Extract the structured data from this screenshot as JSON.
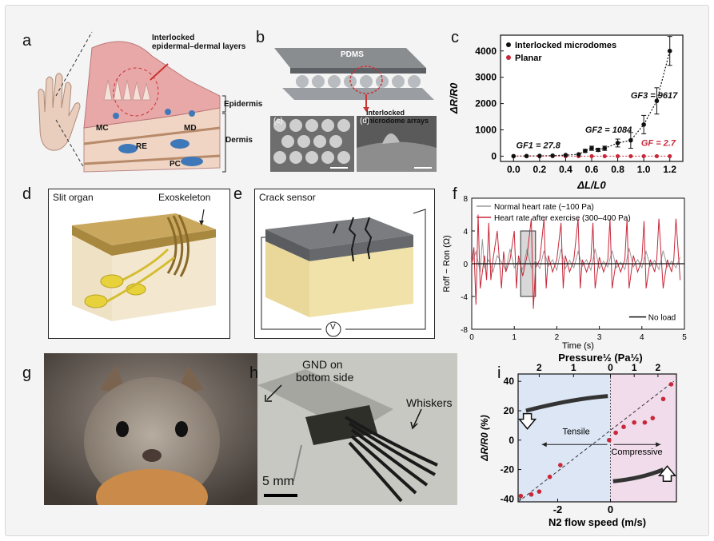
{
  "panels": {
    "a": {
      "label": "a",
      "title": "Interlocked\nepidermal–dermal layers",
      "title_line1": "Interlocked",
      "title_line2": "epidermal–dermal layers",
      "epidermis": "Epidermis",
      "dermis": "Dermis",
      "mc": "MC",
      "md": "MD",
      "re": "RE",
      "pc": "PC"
    },
    "b": {
      "label": "b",
      "pdms": "PDMS",
      "arrays_line1": "Interlocked",
      "arrays_line2": "microdome arrays",
      "sub_c": "(c)",
      "sub_d": "(d)"
    },
    "c": {
      "label": "c"
    },
    "d": {
      "label": "d",
      "title": "Slit organ",
      "exo": "Exoskeleton"
    },
    "e": {
      "label": "e",
      "title": "Crack sensor",
      "v": "V"
    },
    "f": {
      "label": "f"
    },
    "g": {
      "label": "g"
    },
    "h": {
      "label": "h",
      "gnd_line1": "GND on",
      "gnd_line2": "bottom side",
      "whiskers": "Whiskers",
      "scale": "5 mm"
    },
    "i": {
      "label": "i",
      "tensile": "Tensile",
      "compressive": "Compressive"
    }
  },
  "colors": {
    "black_series": "#111111",
    "red_series": "#c8283a",
    "tensile_bg": "#dce6f4",
    "compressive_bg": "#f0dcea"
  },
  "chart_data": [
    {
      "panel": "c",
      "type": "scatter",
      "xlabel": "ΔL/L0",
      "ylabel": "ΔR/R0",
      "xlim": [
        -0.1,
        1.3
      ],
      "ylim": [
        -200,
        4600
      ],
      "xticks": [
        "0.0",
        "0.2",
        "0.4",
        "0.6",
        "0.8",
        "1.0",
        "1.2"
      ],
      "xtick_values": [
        0,
        0.2,
        0.4,
        0.6,
        0.8,
        1.0,
        1.2
      ],
      "yticks": [
        "0",
        "1000",
        "2000",
        "3000",
        "4000"
      ],
      "ytick_values": [
        0,
        1000,
        2000,
        3000,
        4000
      ],
      "legend": [
        "Interlocked microdomes",
        "Planar"
      ],
      "series": [
        {
          "name": "Interlocked microdomes",
          "x": [
            0.0,
            0.1,
            0.2,
            0.3,
            0.4,
            0.5,
            0.55,
            0.6,
            0.65,
            0.7,
            0.8,
            0.9,
            1.0,
            1.1,
            1.2
          ],
          "y": [
            0,
            5,
            10,
            20,
            40,
            70,
            200,
            300,
            240,
            300,
            500,
            600,
            1200,
            2100,
            4000
          ],
          "err": [
            0,
            0,
            0,
            0,
            0,
            0,
            60,
            80,
            60,
            80,
            150,
            300,
            350,
            500,
            550
          ]
        },
        {
          "name": "Planar",
          "x": [
            0.0,
            0.1,
            0.2,
            0.3,
            0.4,
            0.5,
            0.6,
            0.7,
            0.8,
            0.9,
            1.0,
            1.1,
            1.2
          ],
          "y": [
            0,
            0,
            0,
            0,
            0,
            0,
            0,
            0,
            0,
            0,
            0,
            0,
            0
          ]
        }
      ],
      "annotations": [
        "GF1 = 27.8",
        "GF2 = 1084",
        "GF3 = 9617",
        "GF = 2.7"
      ]
    },
    {
      "panel": "f",
      "type": "line",
      "xlabel": "Time (s)",
      "ylabel": "Roff − Ron (Ω)",
      "xlim": [
        0,
        5
      ],
      "ylim": [
        -8,
        8
      ],
      "xticks": [
        "0",
        "1",
        "2",
        "3",
        "4",
        "5"
      ],
      "xtick_values": [
        0,
        1,
        2,
        3,
        4,
        5
      ],
      "yticks": [
        "8",
        "4",
        "0",
        "-4",
        "-8"
      ],
      "ytick_values": [
        8,
        4,
        0,
        -4,
        -8
      ],
      "legend": [
        "Normal heart rate (~100 Pa)",
        "Heart rate after exercise (300–400 Pa)",
        "No load"
      ],
      "series": [
        {
          "name": "Normal heart rate (~100 Pa)",
          "x": [
            0,
            0.1,
            0.2,
            0.25,
            0.3,
            0.4,
            0.5,
            0.6,
            0.7,
            0.8,
            0.9,
            1.0,
            1.1,
            1.2,
            1.3,
            1.4,
            1.5,
            1.6,
            1.7,
            1.8,
            1.9,
            2.0,
            2.1,
            2.2,
            2.3,
            2.4,
            2.5,
            2.6,
            2.7,
            2.8,
            2.9,
            3.0,
            3.1,
            3.2,
            3.3,
            3.4,
            3.5,
            3.6,
            3.7,
            3.8,
            3.9,
            4.0,
            4.1,
            4.2,
            4.3,
            4.4,
            4.5,
            4.6,
            4.7,
            4.8,
            4.9
          ],
          "y": [
            0,
            1.5,
            -1,
            3,
            -0.5,
            0.5,
            -1,
            1,
            0.2,
            -0.8,
            1.8,
            -0.5,
            0.3,
            -0.7,
            1.8,
            -0.5,
            0.4,
            -0.6,
            1.6,
            -0.3,
            0.5,
            -0.8,
            1.8,
            -0.6,
            0.4,
            -0.5,
            1.5,
            -0.3,
            0.5,
            -0.8,
            1.8,
            -0.6,
            0.3,
            -0.4,
            1.6,
            -0.5,
            0.2,
            -0.7,
            1.9,
            -0.4,
            0.5,
            -0.5,
            1.5,
            -0.3,
            0.4,
            -0.7,
            1.6,
            -0.4,
            0.3,
            -0.5,
            0.8
          ]
        },
        {
          "name": "Heart rate after exercise (300–400 Pa)",
          "x": [
            0,
            0.05,
            0.1,
            0.15,
            0.2,
            0.3,
            0.35,
            0.4,
            0.45,
            0.5,
            0.6,
            0.7,
            0.75,
            0.8,
            0.9,
            1.0,
            1.05,
            1.1,
            1.2,
            1.3,
            1.4,
            1.45,
            1.5,
            1.6,
            1.7,
            1.75,
            1.8,
            1.9,
            2.0,
            2.1,
            2.15,
            2.2,
            2.3,
            2.4,
            2.5,
            2.55,
            2.6,
            2.7,
            2.8,
            2.85,
            2.9,
            3.0,
            3.1,
            3.2,
            3.25,
            3.3,
            3.4,
            3.5,
            3.6,
            3.65,
            3.7,
            3.8,
            3.9,
            4.0,
            4.05,
            4.1,
            4.2,
            4.3,
            4.35,
            4.4,
            4.5,
            4.6,
            4.7,
            4.75,
            4.8,
            4.9
          ],
          "y": [
            0,
            2,
            -5,
            6,
            -3,
            1,
            -2,
            5,
            -2,
            0.5,
            4,
            -3,
            1.5,
            -1,
            0.5,
            4,
            -3,
            1,
            -1.5,
            1,
            5.5,
            -5.5,
            -0.5,
            0.5,
            5.5,
            -3,
            1,
            -1,
            0.5,
            5,
            -3,
            1,
            -1,
            0.5,
            5.5,
            -3,
            0.5,
            -1,
            0.5,
            5,
            -3,
            0.8,
            -1,
            0.5,
            5.5,
            -3,
            0.5,
            -1,
            0.5,
            5.5,
            -3,
            1,
            -1,
            0.5,
            5.2,
            -3,
            0.5,
            -1,
            0.5,
            5.5,
            -3,
            0.5,
            -1,
            0.5,
            5.5,
            -2
          ]
        },
        {
          "name": "No load",
          "x": [
            0,
            5
          ],
          "y": [
            0,
            0
          ]
        }
      ]
    },
    {
      "panel": "i",
      "type": "scatter",
      "xlabel": "N2 flow speed (m/s)",
      "x2label": "Pressure½ (Pa½)",
      "ylabel": "ΔR/R0 (%)",
      "xlim": [
        -3.5,
        2.5
      ],
      "ylim": [
        -42,
        45
      ],
      "xticks": [
        "-2",
        "0"
      ],
      "xtick_values": [
        -2,
        0
      ],
      "x2ticks": [
        "2",
        "1",
        "0",
        "1",
        "2"
      ],
      "yticks": [
        "40",
        "20",
        "0",
        "-20",
        "-40"
      ],
      "ytick_values": [
        40,
        20,
        0,
        -20,
        -40
      ],
      "labels": [
        "Tensile",
        "Compressive"
      ],
      "series": [
        {
          "name": "",
          "x": [
            -3.4,
            -3.0,
            -2.7,
            -2.3,
            -1.9,
            -0.05,
            0.2,
            0.5,
            0.9,
            1.3,
            1.6,
            2.0,
            2.3
          ],
          "y": [
            -38,
            -37,
            -35,
            -25,
            -17,
            0,
            5,
            9,
            12,
            12,
            15,
            28,
            38
          ]
        }
      ]
    }
  ]
}
